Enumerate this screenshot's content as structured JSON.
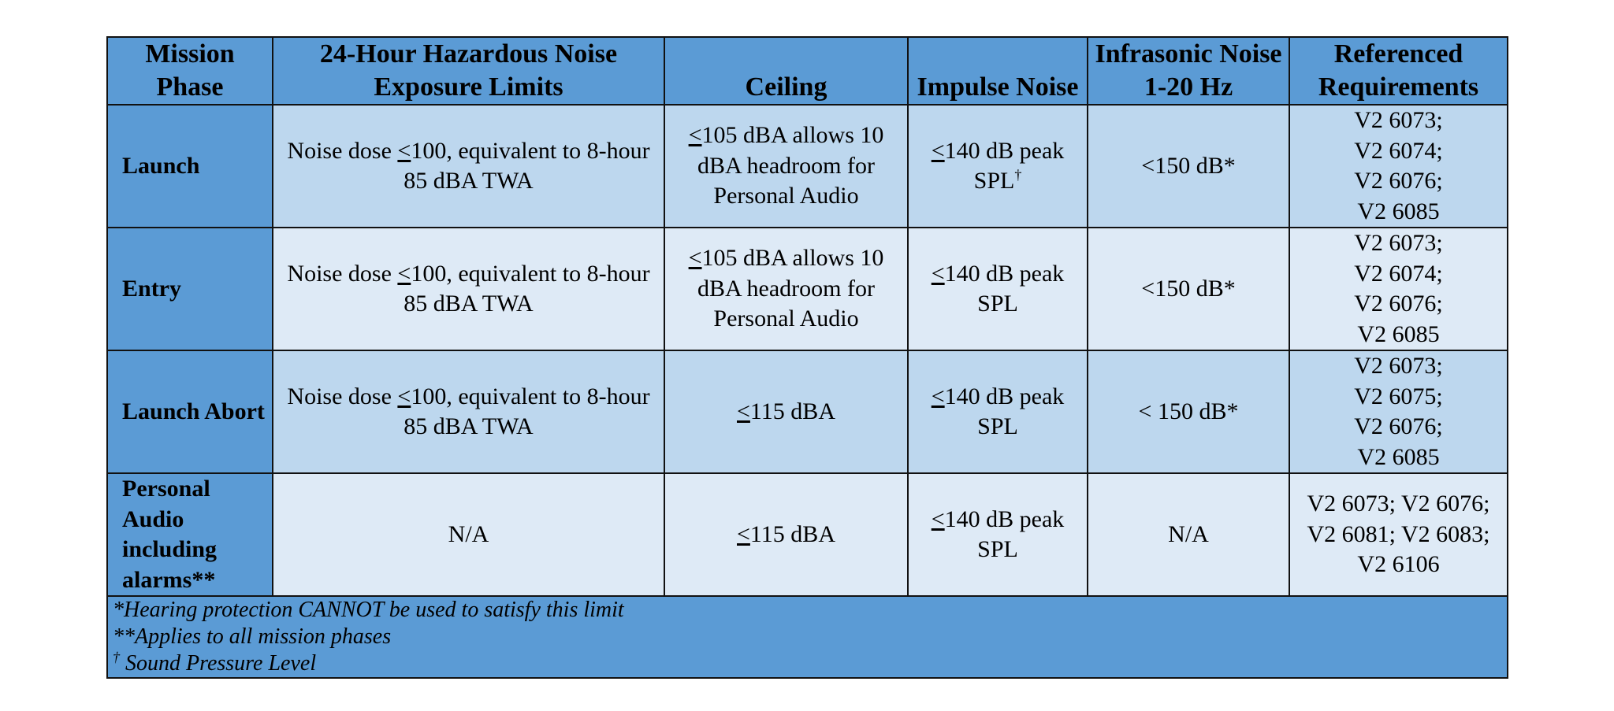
{
  "header": {
    "mission_phase": "Mission Phase",
    "exposure_limits": "24-Hour Hazardous Noise Exposure Limits",
    "ceiling": "Ceiling",
    "impulse": "Impulse Noise",
    "infrasonic": "Infrasonic Noise 1-20 Hz",
    "referenced": "Referenced Requirements"
  },
  "rows": [
    {
      "phase": "Launch",
      "exposure": {
        "pre": "Noise dose ",
        "ul": "<",
        "post": "100, equivalent to 8-hour 85 dBA TWA"
      },
      "ceiling": {
        "ul": "<",
        "post": "105 dBA allows 10 dBA headroom for Personal Audio"
      },
      "impulse": {
        "ul": "<",
        "post": "140 dB peak SPL",
        "sup": "†"
      },
      "infrasonic": "<150 dB*",
      "refs": [
        "V2 6073;",
        "V2 6074;",
        "V2 6076;",
        "V2 6085"
      ]
    },
    {
      "phase": "Entry",
      "exposure": {
        "pre": "Noise dose ",
        "ul": "<",
        "post": "100, equivalent to 8-hour 85 dBA TWA"
      },
      "ceiling": {
        "ul": "<",
        "post": "105 dBA allows 10 dBA headroom for Personal Audio"
      },
      "impulse": {
        "ul": "<",
        "post": "140 dB peak SPL",
        "sup": ""
      },
      "infrasonic": "<150 dB*",
      "refs": [
        "V2 6073;",
        "V2 6074;",
        "V2 6076;",
        "V2 6085"
      ]
    },
    {
      "phase": "Launch Abort",
      "exposure": {
        "pre": "Noise dose ",
        "ul": "<",
        "post": "100, equivalent to 8-hour 85 dBA TWA"
      },
      "ceiling": {
        "ul": "<",
        "post": "115 dBA"
      },
      "impulse": {
        "ul": "<",
        "post": "140 dB peak SPL",
        "sup": ""
      },
      "infrasonic": "< 150 dB*",
      "refs": [
        "V2 6073;",
        "V2 6075;",
        "V2 6076;",
        "V2 6085"
      ]
    },
    {
      "phase": "Personal Audio including alarms**",
      "exposure": {
        "pre": "N/A",
        "ul": "",
        "post": ""
      },
      "ceiling": {
        "ul": "<",
        "post": "115 dBA"
      },
      "impulse": {
        "ul": "<",
        "post": "140 dB peak SPL",
        "sup": ""
      },
      "infrasonic": "N/A",
      "refs": [
        "V2 6073; V2 6076; V2 6081; V2 6083; V2 6106"
      ]
    }
  ],
  "footnotes": {
    "hearing": "*Hearing protection CANNOT be used to satisfy this limit",
    "all_phases": "**Applies to all mission phases",
    "spl_mark": "†",
    "spl": " Sound Pressure Level"
  },
  "colors": {
    "header_bg": "#5b9bd5",
    "row_odd_bg": "#bdd7ee",
    "row_even_bg": "#deeaf6"
  }
}
